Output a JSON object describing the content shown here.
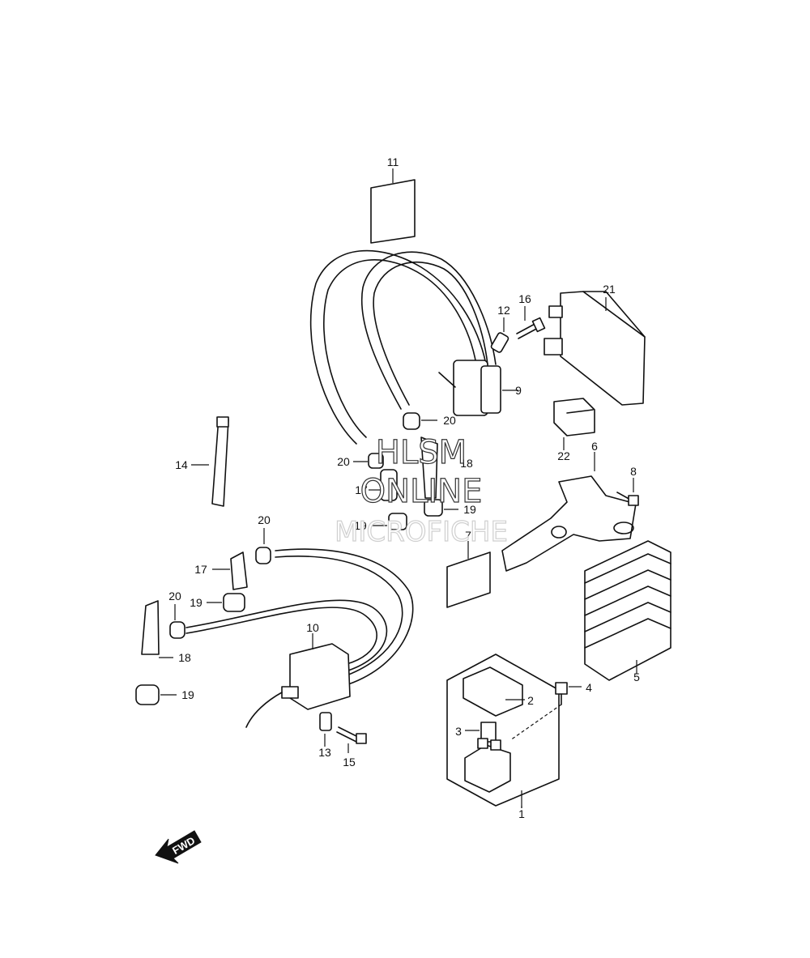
{
  "callouts": [
    {
      "id": "c1",
      "text": "1"
    },
    {
      "id": "c2",
      "text": "2"
    },
    {
      "id": "c3",
      "text": "3"
    },
    {
      "id": "c4",
      "text": "4"
    },
    {
      "id": "c5",
      "text": "5"
    },
    {
      "id": "c6",
      "text": "6"
    },
    {
      "id": "c7",
      "text": "7"
    },
    {
      "id": "c8",
      "text": "8"
    },
    {
      "id": "c9",
      "text": "9"
    },
    {
      "id": "c10",
      "text": "10"
    },
    {
      "id": "c11",
      "text": "11"
    },
    {
      "id": "c12",
      "text": "12"
    },
    {
      "id": "c13",
      "text": "13"
    },
    {
      "id": "c14",
      "text": "14"
    },
    {
      "id": "c15",
      "text": "15"
    },
    {
      "id": "c16",
      "text": "16"
    },
    {
      "id": "c17a",
      "text": "17"
    },
    {
      "id": "c17b",
      "text": "17"
    },
    {
      "id": "c18a",
      "text": "18"
    },
    {
      "id": "c18b",
      "text": "18"
    },
    {
      "id": "c19a",
      "text": "19"
    },
    {
      "id": "c19b",
      "text": "19"
    },
    {
      "id": "c19c",
      "text": "19"
    },
    {
      "id": "c19d",
      "text": "19"
    },
    {
      "id": "c20a",
      "text": "20"
    },
    {
      "id": "c20b",
      "text": "20"
    },
    {
      "id": "c20c",
      "text": "20"
    },
    {
      "id": "c20d",
      "text": "20"
    },
    {
      "id": "c21",
      "text": "21"
    },
    {
      "id": "c22",
      "text": "22"
    }
  ],
  "watermark": {
    "line1": "HLSM",
    "line2": "ONLINE",
    "line3": "MICROFICHE"
  },
  "direction_marker": {
    "text": "FWD",
    "icon": "arrow-left-down-icon"
  }
}
